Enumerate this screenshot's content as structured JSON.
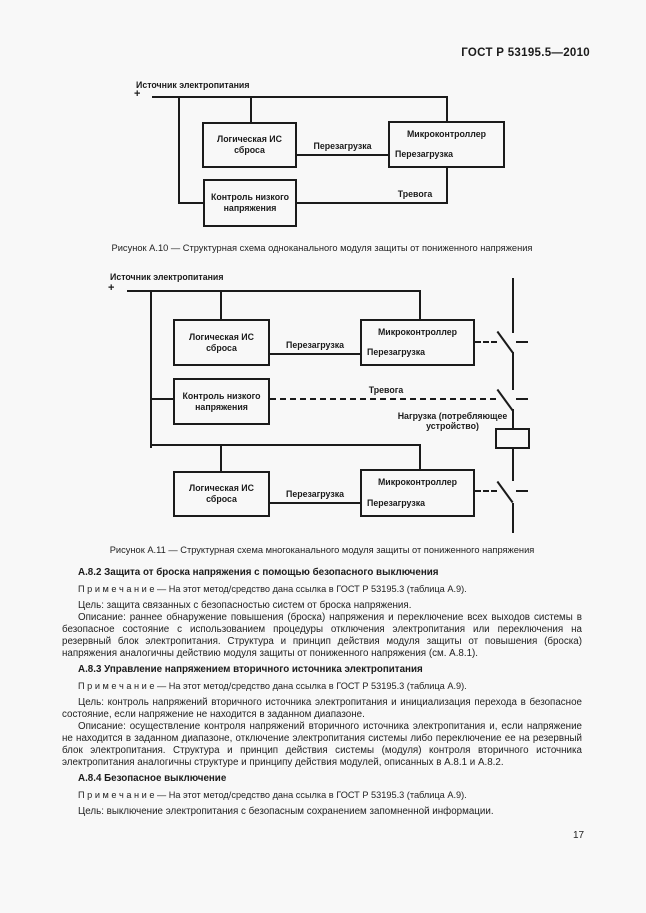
{
  "page": {
    "header": "ГОСТ Р 53195.5—2010",
    "page_number": "17"
  },
  "figure_a10": {
    "source_label": "Источник электропитания",
    "polarity": "+",
    "logic_block": "Логическая ИС сброса",
    "mc_title": "Микроконтроллер",
    "mc_pin": "Перезагрузка",
    "reset_signal": "Перезагрузка",
    "monitor_block": "Контроль низкого напряжения",
    "alarm_signal": "Тревога",
    "caption": "Рисунок А.10 — Структурная схема одноканального модуля защиты от пониженного напряжения"
  },
  "figure_a11": {
    "source_label": "Источник электропитания",
    "polarity": "+",
    "logic_block": "Логическая ИС сброса",
    "mc_title": "Микроконтроллер",
    "mc_pin": "Перезагрузка",
    "reset_signal": "Перезагрузка",
    "monitor_block": "Контроль низкого напряжения",
    "alarm_signal": "Тревога",
    "load_label": "Нагрузка (потребляющее устройство)",
    "caption": "Рисунок А.11 — Структурная схема многоканального модуля защиты от пониженного напряжения"
  },
  "sections": {
    "a82": {
      "title": "А.8.2 Защита от броска напряжения с помощью безопасного выключения",
      "note": "П р и м е ч а н и е  — На этот метод/средство дана ссылка в ГОСТ Р 53195.3 (таблица А.9).",
      "goal": "Цель: защита связанных с безопасностью систем от броска напряжения.",
      "description": "Описание: раннее обнаружение повышения (броска) напряжения и переключение всех выходов системы в безопасное состояние с использованием процедуры отключения электропитания или переключения на резервный блок электропитания. Структура и принцип действия модуля защиты от повышения (броска) напряжения аналогичны действию модуля защиты от пониженного напряжения (см. А.8.1)."
    },
    "a83": {
      "title": "А.8.3 Управление напряжением вторичного источника электропитания",
      "note": "П р и м е ч а н и е  — На этот метод/средство дана ссылка в ГОСТ Р 53195.3 (таблица А.9).",
      "goal": "Цель: контроль напряжений вторичного источника электропитания и инициализация перехода в безопасное состояние, если напряжение не находится в заданном диапазоне.",
      "description": "Описание: осуществление контроля напряжений вторичного источника электропитания и, если напряжение не находится в заданном диапазоне, отключение электропитания системы либо переключение ее на резервный блок электропитания. Структура и принцип действия системы (модуля) контроля вторичного источника электропитания аналогичны структуре и принципу действия модулей, описанных в А.8.1 и А.8.2."
    },
    "a84": {
      "title": "А.8.4 Безопасное выключение",
      "note": "П р и м е ч а н и е  — На этот метод/средство дана ссылка в ГОСТ Р 53195.3 (таблица А.9).",
      "goal": "Цель: выключение электропитания с безопасным сохранением запомненной информации."
    }
  }
}
